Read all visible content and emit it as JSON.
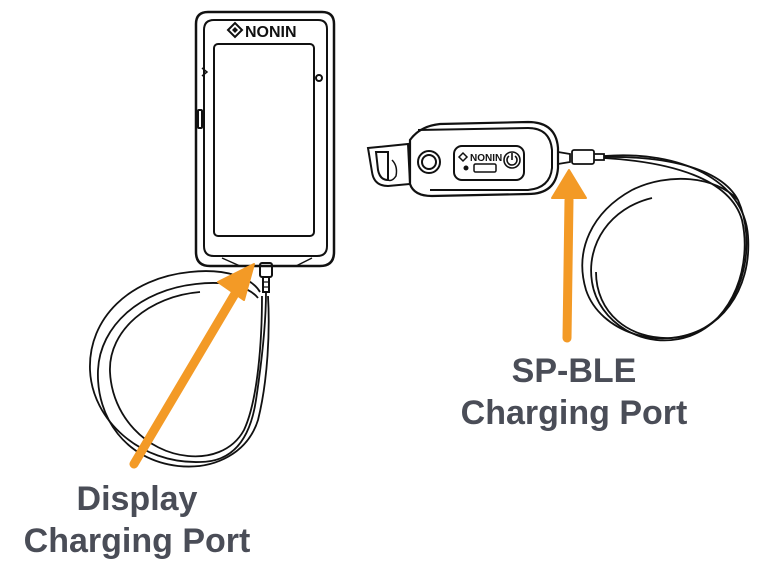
{
  "labels": {
    "display_port": [
      "Display",
      "Charging Port"
    ],
    "spble_port": [
      "SP-BLE",
      "Charging Port"
    ]
  },
  "devices": {
    "display_brand": "NONIN",
    "sensor_brand": "NONIN"
  },
  "icons": [
    "nonin-logo-icon",
    "power-icon",
    "usb-connector-icon"
  ],
  "colors": {
    "arrow": "#f39a26",
    "label_text": "#4a4d57",
    "line_art": "#111111"
  }
}
